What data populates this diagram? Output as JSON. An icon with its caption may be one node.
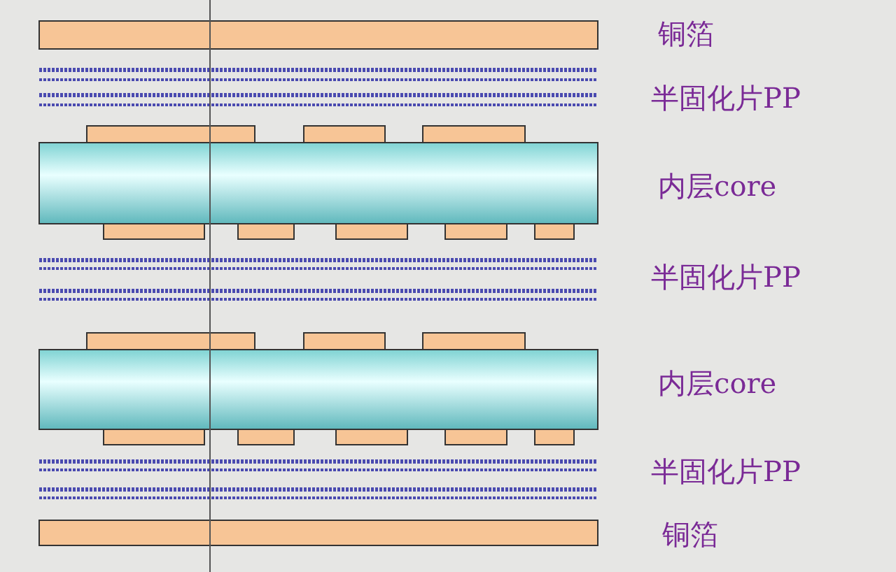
{
  "diagram": {
    "labels": [
      "铜箔",
      "半固化片PP",
      "内层core",
      "半固化片PP",
      "内层core",
      "半固化片PP",
      "铜箔"
    ]
  }
}
